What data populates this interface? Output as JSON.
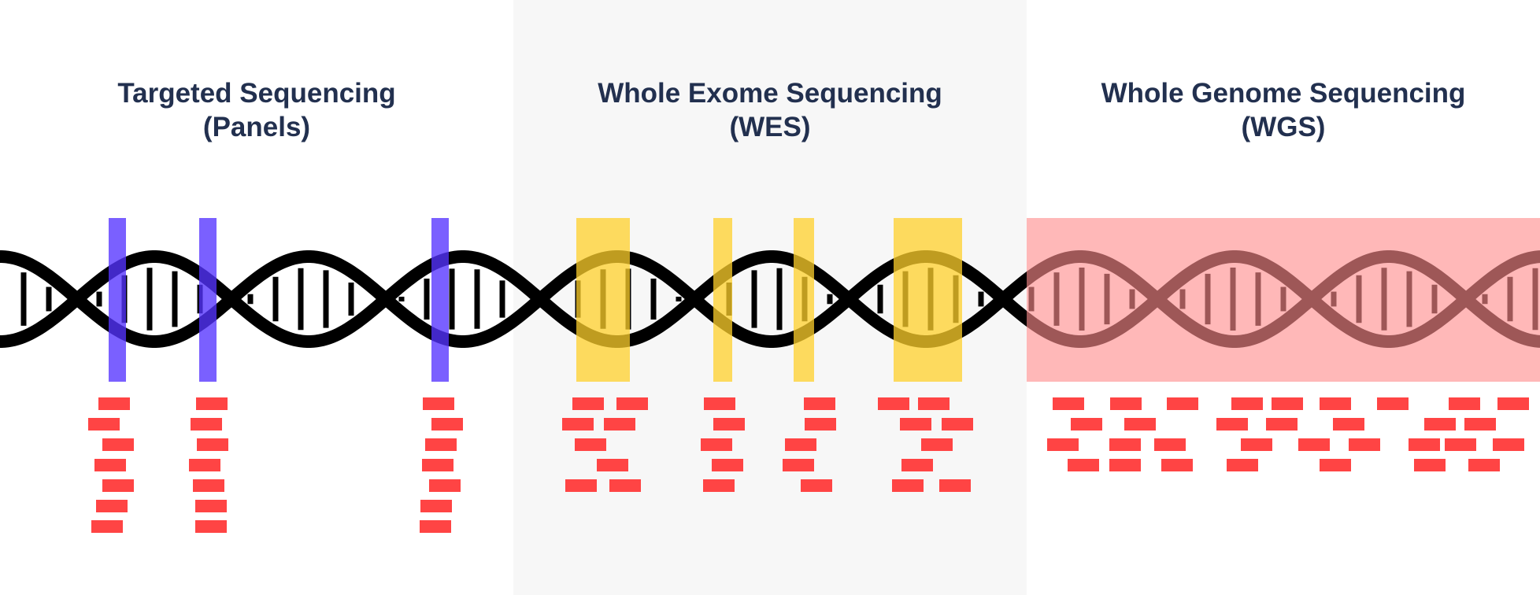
{
  "sections": [
    {
      "id": "panels",
      "title_line1": "Targeted Sequencing",
      "title_line2": "(Panels)"
    },
    {
      "id": "wes",
      "title_line1": "Whole Exome Sequencing",
      "title_line2": "(WES)"
    },
    {
      "id": "wgs",
      "title_line1": "Whole Genome Sequencing",
      "title_line2": "(WGS)"
    }
  ],
  "colors": {
    "title_text": "#22304f",
    "middle_band": "#f7f7f7",
    "dna": "#000000",
    "panel_highlight": "#5533ff",
    "exome_highlight": "#ffd02b",
    "genome_highlight": "#ff8c8c",
    "read": "#ff4444"
  },
  "icons": [
    "dna-double-helix-icon"
  ]
}
